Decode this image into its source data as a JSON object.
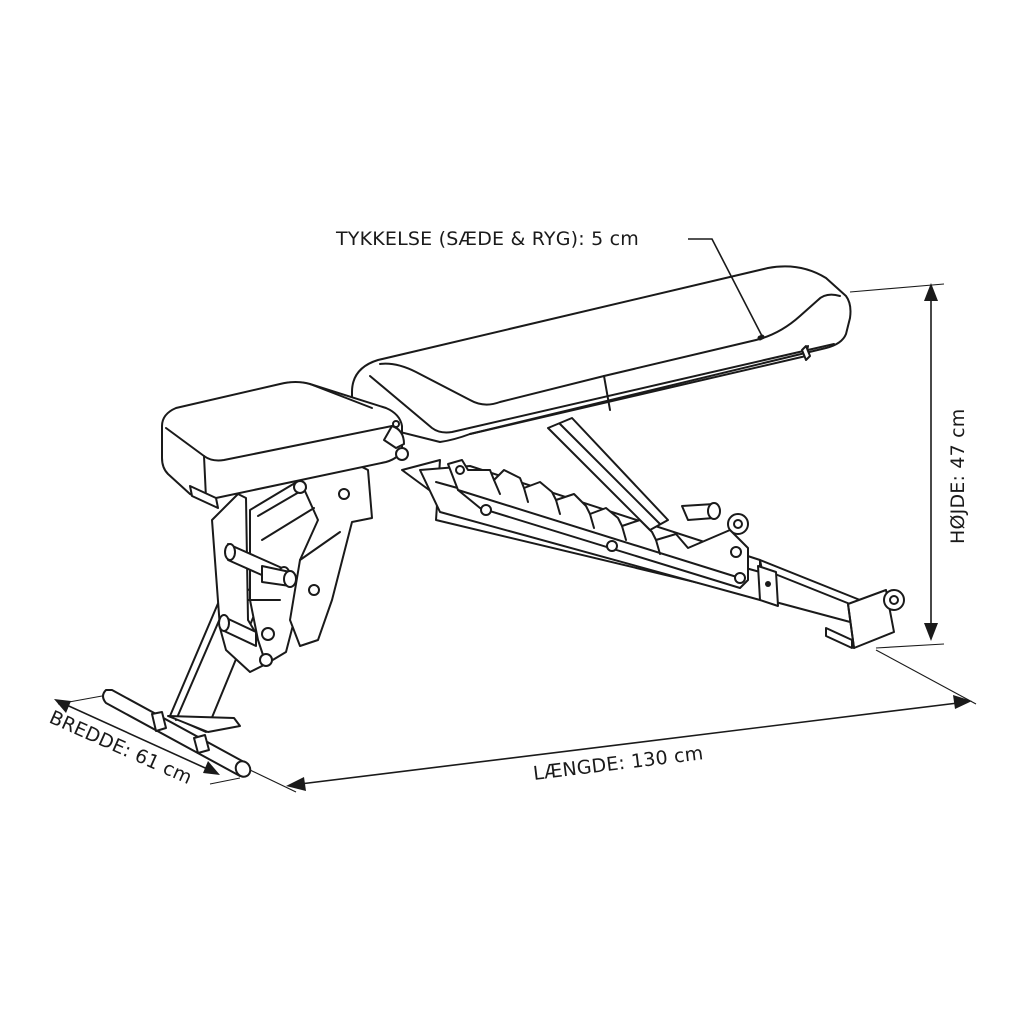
{
  "labels": {
    "thickness": "TYKKELSE (SÆDE & RYG): 5 cm",
    "height": "HØJDE: 47 cm",
    "length": "LÆNGDE: 130 cm",
    "width": "BREDDE: 61 cm"
  }
}
